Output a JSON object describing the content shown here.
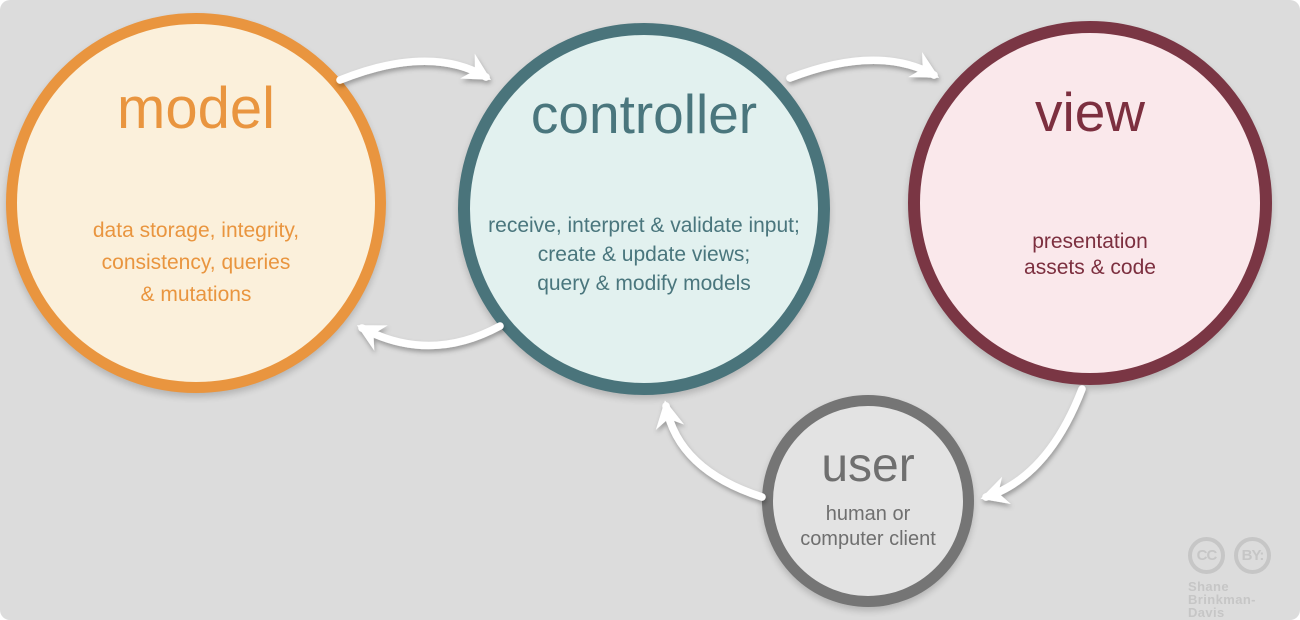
{
  "nodes": {
    "model": {
      "title": "model",
      "description": "data storage, integrity,\nconsistency, queries\n& mutations"
    },
    "controller": {
      "title": "controller",
      "description": "receive, interpret & validate input;\ncreate & update views;\nquery & modify models"
    },
    "view": {
      "title": "view",
      "description": "presentation\nassets & code"
    },
    "user": {
      "title": "user",
      "description": "human or\ncomputer client"
    }
  },
  "arrows": [
    {
      "from": "model",
      "to": "controller"
    },
    {
      "from": "controller",
      "to": "view"
    },
    {
      "from": "controller",
      "to": "model"
    },
    {
      "from": "user",
      "to": "controller"
    },
    {
      "from": "view",
      "to": "user"
    }
  ],
  "attribution": {
    "cc_label": "CC",
    "by_label": "BY:",
    "author": "Shane\nBrinkman-Davis"
  },
  "colors": {
    "background": "#dcdcdc",
    "model_border": "#e9953f",
    "model_fill": "#fbf0db",
    "model_text": "#e9953f",
    "controller_border": "#4a747b",
    "controller_fill": "#e2f1ef",
    "controller_text": "#4a767d",
    "view_border": "#7a3644",
    "view_fill": "#fae8eb",
    "view_text": "#7c2f3f",
    "user_border": "#757575",
    "user_fill": "#e3e3e3",
    "user_text": "#6f6f6f",
    "arrow": "#ffffff",
    "watermark": "#c6c6c6"
  }
}
